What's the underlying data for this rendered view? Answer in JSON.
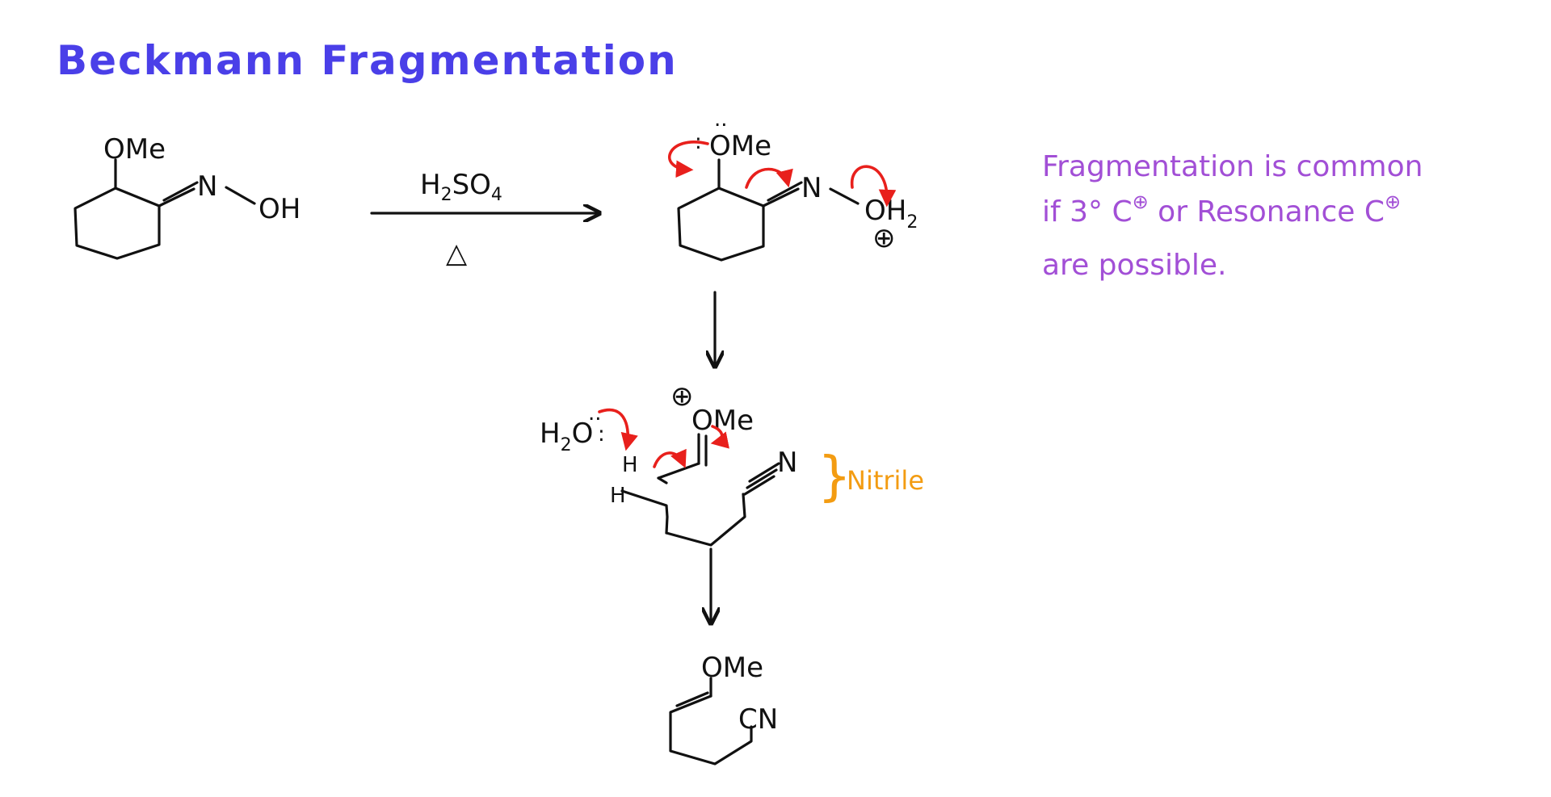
{
  "title": "Beckmann Fragmentation",
  "colors": {
    "title": "#4a3fe8",
    "note": "#a24fd6",
    "curly_arrow": "#e8201c",
    "nitrile_label": "#f39c12",
    "ink": "#111111"
  },
  "reaction": {
    "reagent_top": "H",
    "reagent_top_sub": "2",
    "reagent_top_rest": "SO",
    "reagent_top_sub2": "4",
    "reagent_bottom_symbol": "△"
  },
  "labels": {
    "ome": "OMe",
    "n": "N",
    "oh": "OH",
    "o": "O",
    "h2_sub": "2",
    "h": "H",
    "cn": "CN",
    "plus": "⊕",
    "lone_pair": "..",
    "h2o_h": "H",
    "h2o_sub": "2",
    "h2o_o": "O"
  },
  "annotation": {
    "nitrile": "Nitrile",
    "brace": "}"
  },
  "note": {
    "line1": "Fragmentation is common",
    "line2_a": "if 3° C",
    "line2_b": " or Resonance C",
    "line3": "are possible."
  }
}
